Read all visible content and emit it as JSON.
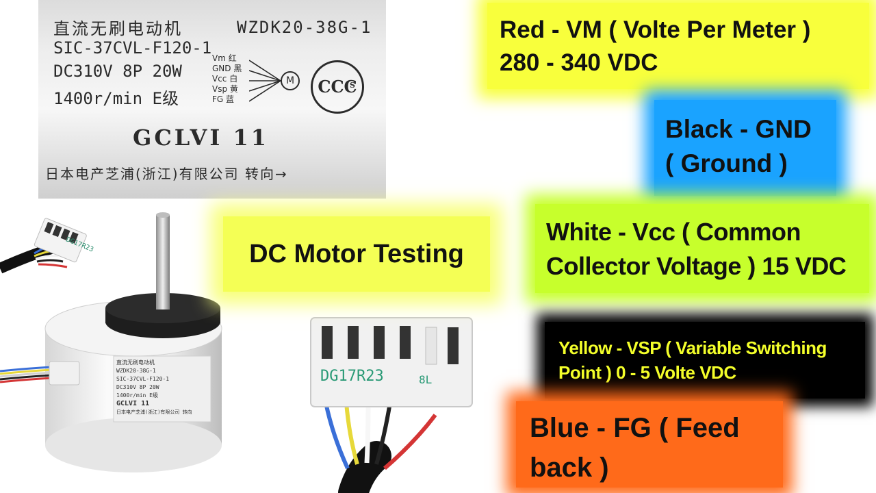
{
  "plate": {
    "cn_title": "直流无刷电动机",
    "model": "WZDK20-38G-1",
    "line2": "SIC-37CVL-F120-1",
    "line3": "DC310V 8P 20W",
    "line4": "1400r/min E级",
    "wires": [
      "Vm 红",
      "GND 黑",
      "Vcc 白",
      "Vsp 黄",
      "FG 蓝"
    ],
    "motor_symbol": "M",
    "ccc": "CCC",
    "ccc_s": "S",
    "stamp": "GCLVI 11",
    "bottom": "日本电产芝浦(浙江)有限公司 转向→"
  },
  "motor": {
    "label_cn": "直流无刷电动机",
    "label_model": "WZDK20-38G-1",
    "label_l2": "SIC-37CVL-F120-1",
    "label_l3": "DC310V 8P 20W",
    "label_l4": "1400r/min E级",
    "label_stamp": "GCLVI 11",
    "label_bottom": "日本电产芝浦(浙江)有限公司 转向"
  },
  "connector": {
    "small_code": "DG17R23",
    "big_code": "DG17R23",
    "big_suffix": "8L"
  },
  "title": "DC Motor Testing",
  "red": {
    "line1": "Red - VM ( Volte Per  Meter )",
    "line2": "280 - 340 VDC"
  },
  "black": {
    "line1": "Black -  GND",
    "line2": "( Ground )"
  },
  "white": {
    "line1": "White - Vcc ( Common",
    "line2": "Collector Voltage ) 15 VDC"
  },
  "yellow": {
    "line1": "Yellow - VSP ( Variable Switching",
    "line2": "Point ) 0 - 5 Volte VDC"
  },
  "blue": {
    "line1": "Blue - FG ( Feed",
    "line2": "back )"
  },
  "colors": {
    "red_box": "#f8ff3c",
    "black_box": "#1aa3ff",
    "white_box": "#c7ff2c",
    "yellow_box": "#000000",
    "yellow_text": "#f4ff2a",
    "blue_box": "#ff6a1a",
    "title_box": "#f4ff55"
  }
}
